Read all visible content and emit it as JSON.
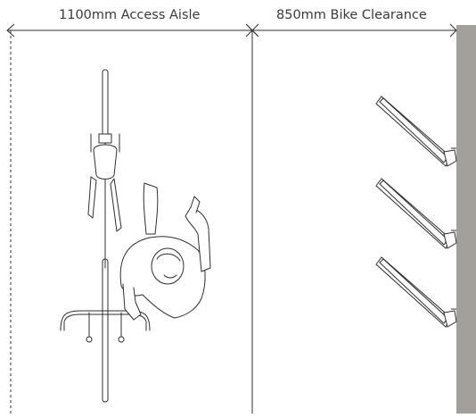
{
  "dimensions": {
    "access_aisle_label": "1100mm Access Aisle",
    "bike_clearance_label": "850mm Bike Clearance"
  },
  "colors": {
    "line": "#2f2f2f",
    "wall": "#a39f9b",
    "background": "#ffffff"
  },
  "racks": {
    "count": 3
  }
}
